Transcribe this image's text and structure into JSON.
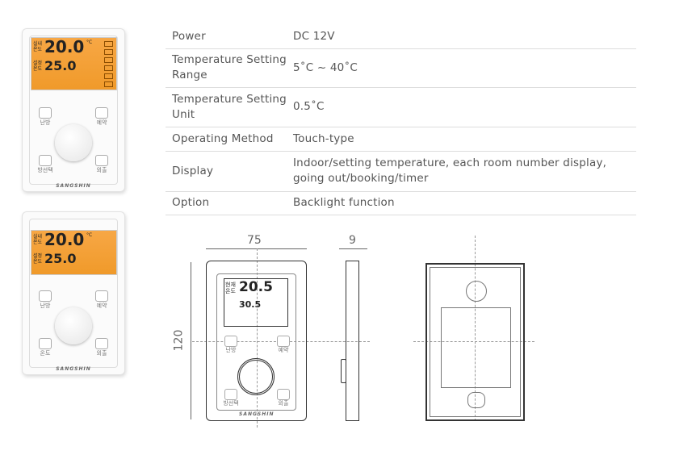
{
  "specs": [
    {
      "label": "Power",
      "value": "DC  12V"
    },
    {
      "label": "Temperature Setting  Range",
      "value": "5˚C  ~  40˚C"
    },
    {
      "label": "Temperature Setting  Unit",
      "value": "0.5˚C"
    },
    {
      "label": "Operating  Method",
      "value": "Touch-type"
    },
    {
      "label": "Display",
      "value": "Indoor/setting  temperature,  each  room  number  display,  going  out/booking/timer"
    },
    {
      "label": "Option",
      "value": "Backlight  function"
    }
  ],
  "device1": {
    "room_label": "실내 온도",
    "room_temp": "20.0",
    "unit": "°C",
    "set_label": "설정 온도",
    "set_temp": "25.0",
    "heat": "난방",
    "reserve": "예약",
    "room_select": "방선택",
    "outing": "외출",
    "brand": "SANGSHIN"
  },
  "device2": {
    "room_label": "실내 온도",
    "room_temp": "20.0",
    "unit": "°C",
    "set_label": "설정 온도",
    "set_temp": "25.0",
    "heat": "난방",
    "reserve": "예약",
    "temp": "온도",
    "outing": "외출",
    "brand": "SANGSHIN"
  },
  "drawing": {
    "width": "75",
    "depth": "9",
    "height": "120",
    "room_label": "현재 온도",
    "room_temp": "20.5",
    "set_temp": "30.5",
    "heat": "난방",
    "reserve": "예약",
    "room_select": "방선택",
    "outing": "외출",
    "brand": "SANGSHIN"
  },
  "colors": {
    "lcd": "#f4a03a"
  }
}
